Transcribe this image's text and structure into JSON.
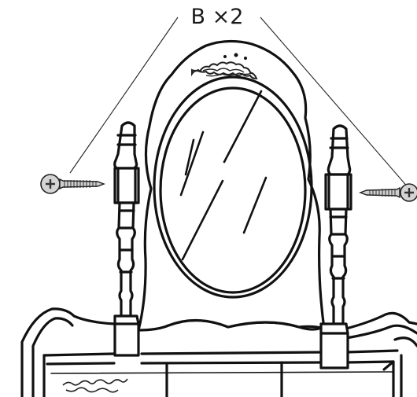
{
  "callout": {
    "part_id": "B",
    "quantity_text": "×2",
    "label": "B ×2"
  },
  "parts": {
    "fastener_icon": "screw-icon",
    "fastener_count": 2
  },
  "colors": {
    "line": "#111111",
    "screw_fill": "#cfcfcf",
    "background": "#ffffff"
  }
}
